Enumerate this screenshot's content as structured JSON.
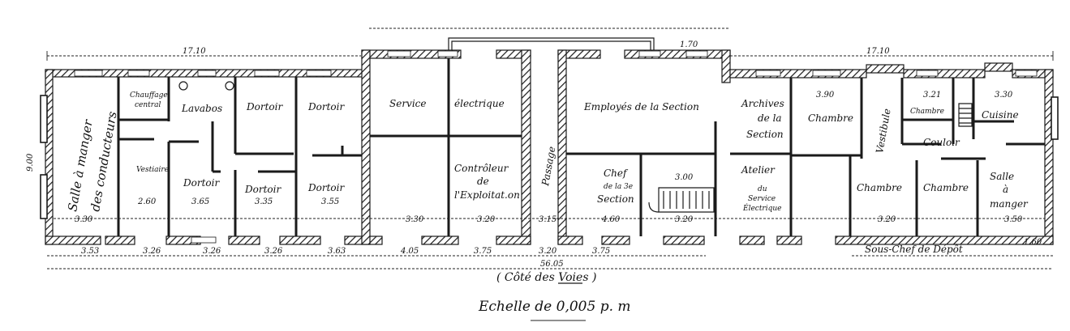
{
  "rooms": {
    "salle_conducteurs_1": "Salle à manger",
    "salle_conducteurs_2": "des conducteurs",
    "chauffage_1": "Chauffage",
    "chauffage_2": "central",
    "lavabos": "Lavabos",
    "dortoir_1": "Dortoir",
    "dortoir_2": "Dortoir",
    "vestiaire": "Vestiaire",
    "dortoir_3": "Dortoir",
    "dortoir_4": "Dortoir",
    "dortoir_5": "Dortoir",
    "service_1": "Service",
    "service_2": "électrique",
    "controleur_1": "Contrôleur",
    "controleur_2": "de",
    "controleur_3": "l'Exploitat.on",
    "passage": "Passage",
    "employes": "Employés de la Section",
    "chef_1": "Chef",
    "chef_2": "de la 3e",
    "chef_3": "Section",
    "archives_1": "Archives",
    "archives_2": "de la",
    "archives_3": "Section",
    "atelier_1": "Atelier",
    "atelier_2": "du",
    "atelier_3": "Service",
    "atelier_4": "Électrique",
    "chambre_1": "Chambre",
    "vestibule": "Vestibule",
    "chambre_2": "Chambre",
    "cuisine": "Cuisine",
    "couloir": "Couloir",
    "chambre_3": "Chambre",
    "chambre_4": "Chambre",
    "salle_1": "Salle",
    "salle_2": "à",
    "salle_3": "manger",
    "sous_chef": "Sous-Chef   de   Dépôt"
  },
  "dimensions": {
    "top_left": "17.10",
    "top_right": "17.10",
    "top_mid": "1.70",
    "left_height": "9.00",
    "bottom": [
      "3.53",
      "3.26",
      "3.26",
      "3.26",
      "3.63",
      "4.05",
      "3.75",
      "3.20",
      "3.75"
    ],
    "overall": "56.05",
    "interior": [
      "3.30",
      "2.60",
      "3.65",
      "3.35",
      "3.55",
      "3.30",
      "3.20",
      "3.15",
      "3.50",
      "4.60",
      "3.20",
      "3.00",
      "3.20",
      "3.90",
      "3.21",
      "3.30",
      "1.60"
    ]
  },
  "footer": {
    "side": "( Côté des Voies )",
    "scale": "Echelle de 0,005 p. m"
  }
}
